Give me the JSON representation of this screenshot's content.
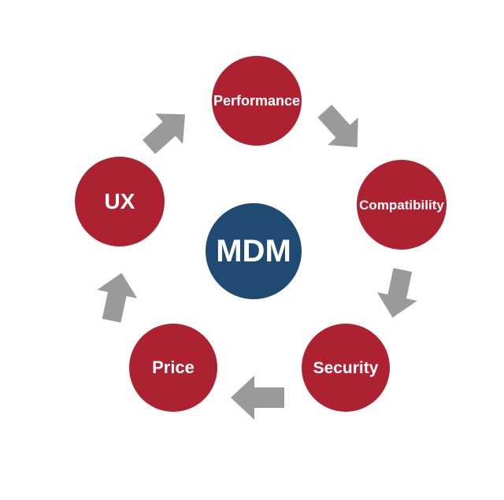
{
  "diagram": {
    "type": "cycle",
    "center_node": {
      "id": "mdm",
      "label": "MDM"
    },
    "nodes": [
      {
        "id": "performance",
        "label": "Performance"
      },
      {
        "id": "compatibility",
        "label": "Compatibility"
      },
      {
        "id": "security",
        "label": "Security"
      },
      {
        "id": "price",
        "label": "Price"
      },
      {
        "id": "ux",
        "label": "UX"
      }
    ],
    "arrows": [
      {
        "from": "performance",
        "to": "compatibility",
        "direction": "down-right"
      },
      {
        "from": "compatibility",
        "to": "security",
        "direction": "down"
      },
      {
        "from": "security",
        "to": "price",
        "direction": "left"
      },
      {
        "from": "price",
        "to": "ux",
        "direction": "up"
      },
      {
        "from": "ux",
        "to": "performance",
        "direction": "up-right"
      }
    ],
    "colors": {
      "node": "#ae2131",
      "center_node": "#1f4a72",
      "arrow": "#9a9a9a",
      "label_text": "#ffffff",
      "background": "#ffffff"
    }
  }
}
